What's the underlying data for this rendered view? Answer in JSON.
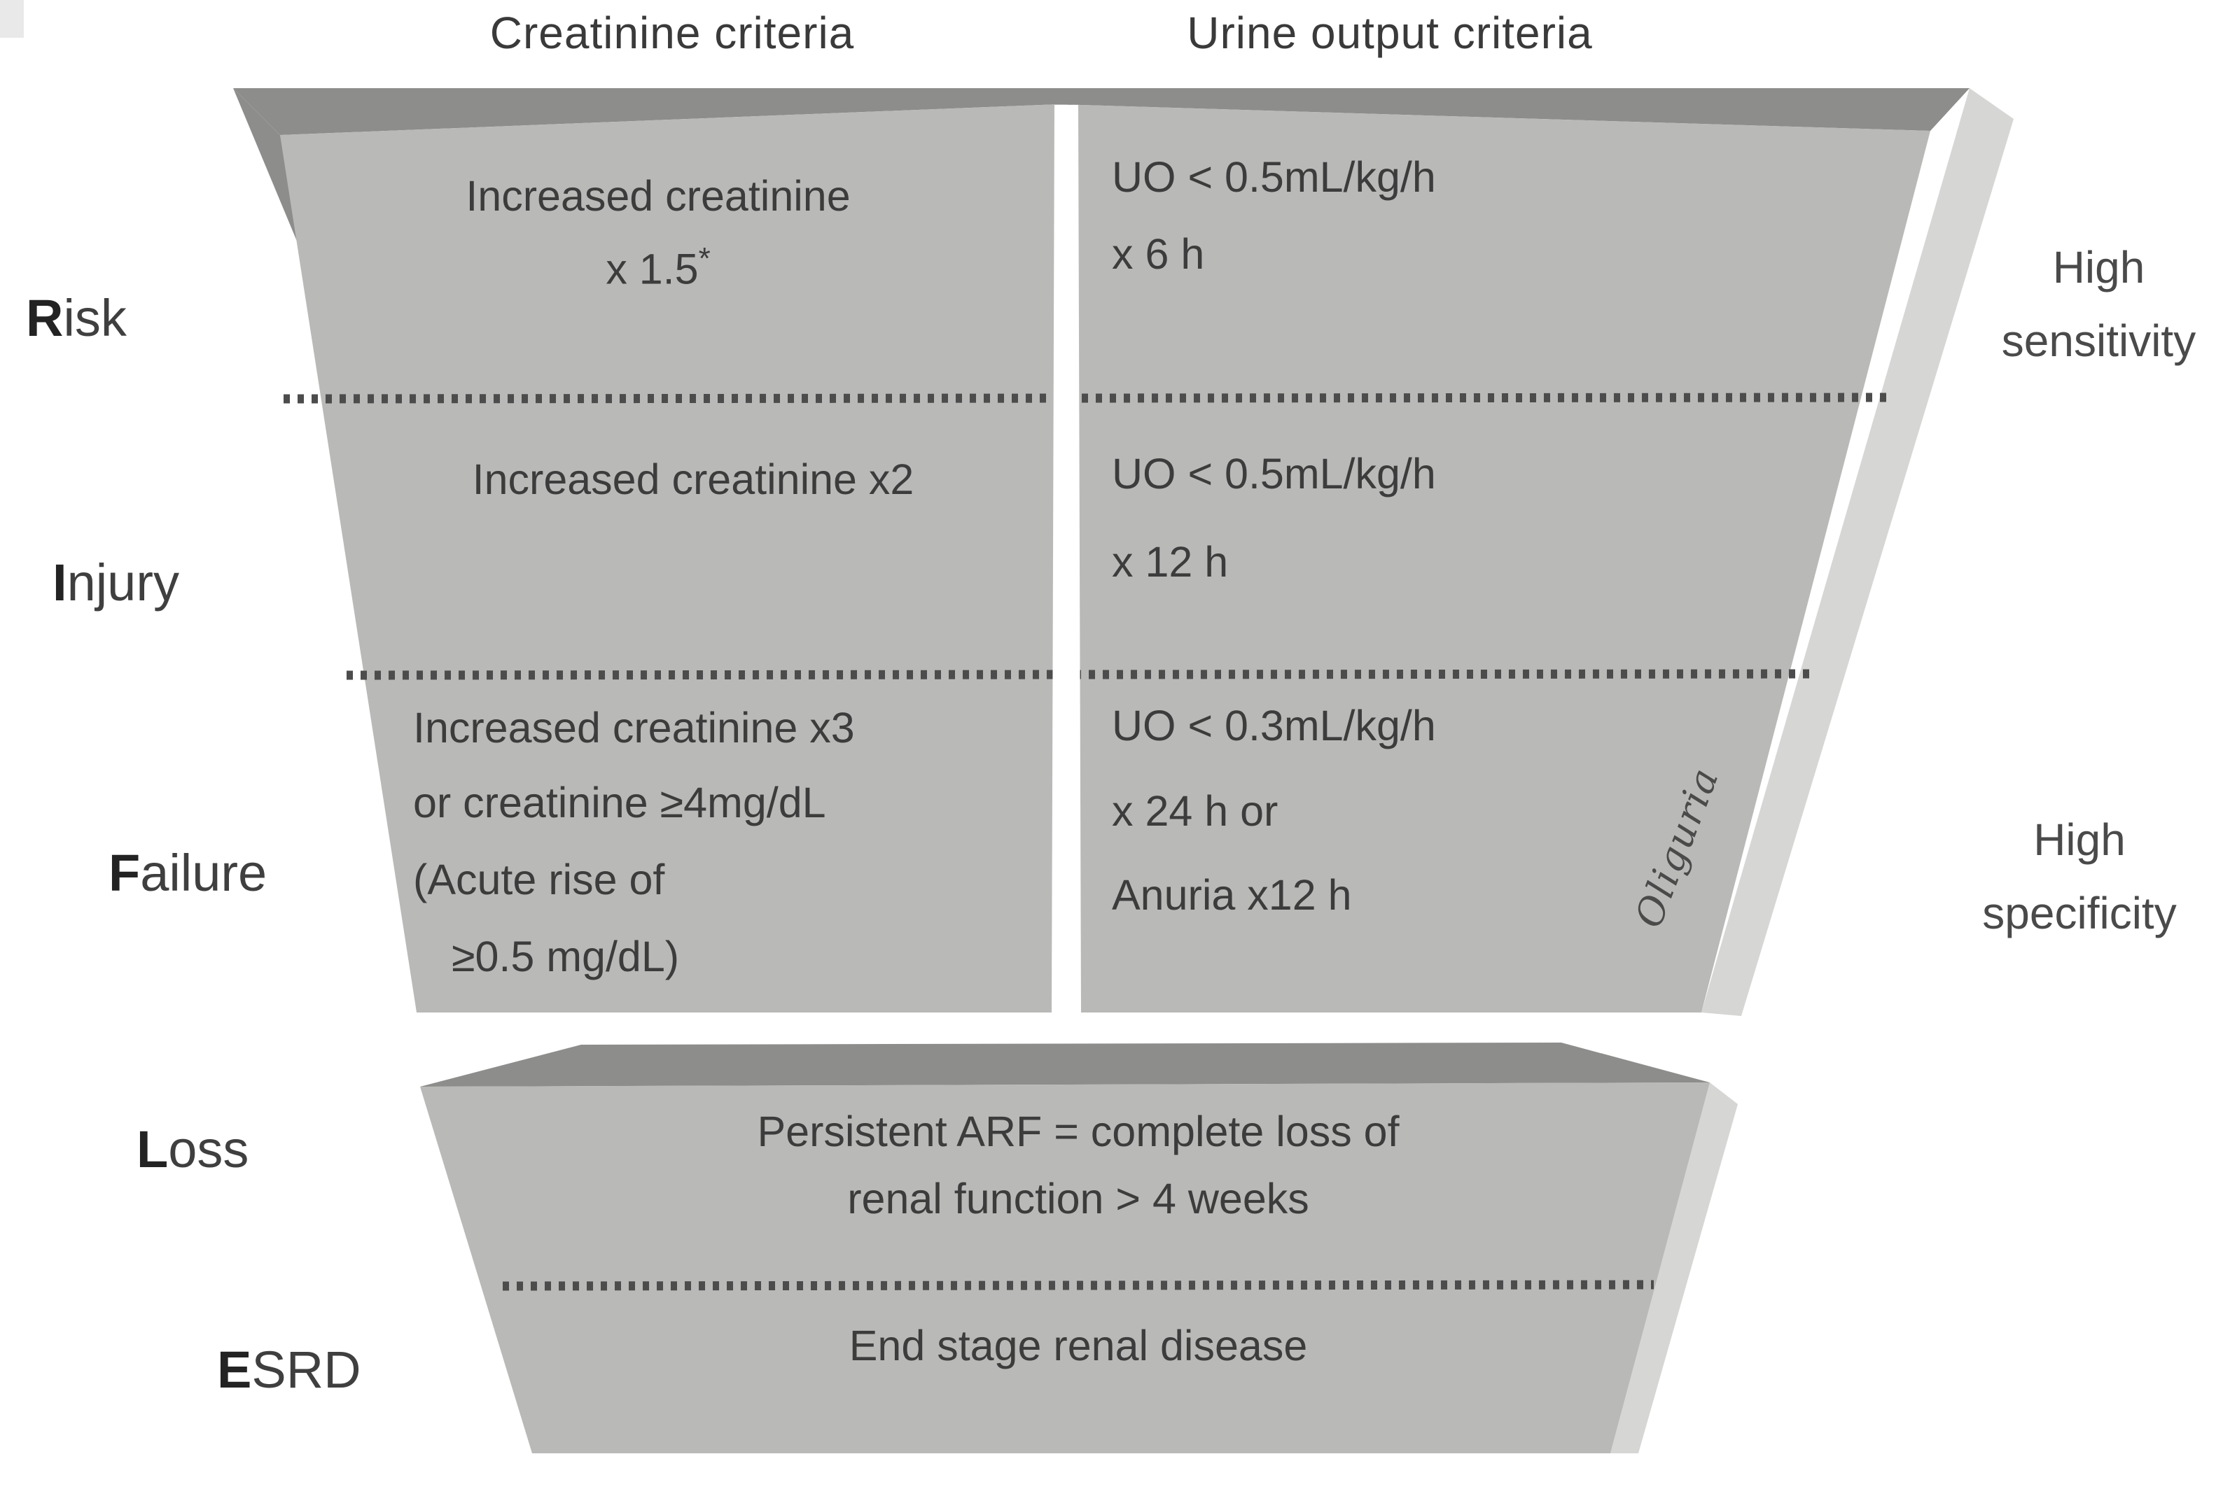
{
  "colors": {
    "background": "#ffffff",
    "face": "#b9b9b7",
    "edge_top": "#8d8d8c",
    "bevel": "#d6d6d5",
    "divider": "#ffffff",
    "dots": "#4c4c4c",
    "text": "#3a3a3a",
    "muted_text": "#4a4a4a"
  },
  "headers": {
    "creatinine": "Creatinine criteria",
    "urine": "Urine output criteria"
  },
  "right_labels": {
    "sensitivity_line1": "High",
    "sensitivity_line2": "sensitivity",
    "specificity_line1": "High",
    "specificity_line2": "specificity"
  },
  "oliguria": "Oliguria",
  "stages": [
    {
      "initial": "R",
      "rest": "isk",
      "creatinine": {
        "line1": "Increased creatinine",
        "line2": "x 1.5",
        "asterisk": "*"
      },
      "urine": {
        "line1": "UO < 0.5mL/kg/h",
        "line2": "x 6 h"
      }
    },
    {
      "initial": "I",
      "rest": "njury",
      "creatinine": {
        "line1": "Increased creatinine x2"
      },
      "urine": {
        "line1": "UO < 0.5mL/kg/h",
        "line2": "x 12 h"
      }
    },
    {
      "initial": "F",
      "rest": "ailure",
      "creatinine": {
        "line1": "Increased creatinine x3",
        "line2": "or creatinine ≥4mg/dL",
        "line3": "(Acute rise of",
        "line4": "≥0.5 mg/dL)"
      },
      "urine": {
        "line1": "UO < 0.3mL/kg/h",
        "line2": "x 24 h or",
        "line3": "Anuria x12 h"
      }
    },
    {
      "initial": "L",
      "rest": "oss",
      "lines": {
        "line1": "Persistent ARF = complete loss of",
        "line2": "renal function > 4 weeks"
      }
    },
    {
      "initial": "E",
      "rest": "SRD",
      "lines": {
        "line1": "End stage renal disease"
      }
    }
  ]
}
